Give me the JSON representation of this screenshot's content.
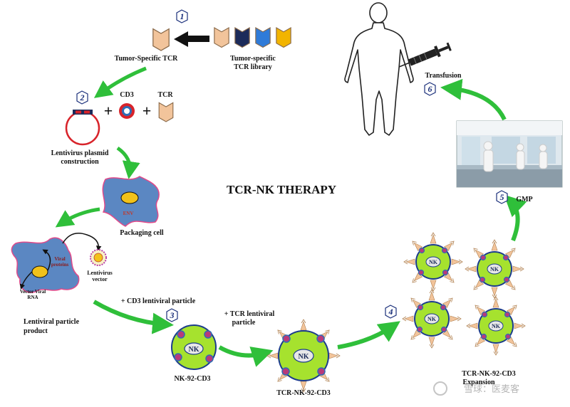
{
  "title": "TCR-NK THERAPY",
  "steps": {
    "s1": "1",
    "s2": "2",
    "s3": "3",
    "s4": "4",
    "s5": "5",
    "s6": "6"
  },
  "labels": {
    "tumor_specific_tcr": "Tumor-Specific TCR",
    "tcr_library_line1": "Tumor-specific",
    "tcr_library_line2": "TCR library",
    "cd3": "CD3",
    "tcr": "TCR",
    "plasmid_line1": "Lentivirus plasmid",
    "plasmid_line2": "construction",
    "env": "ENV",
    "packaging_cell": "Packaging cell",
    "viral_proteins_line1": "Viral",
    "viral_proteins_line2": "proteins",
    "lentivirus_vector_line1": "Lentivirus",
    "lentivirus_vector_line2": "vector",
    "vector_viral_line1": "Vector Viral",
    "vector_viral_line2": "RNA",
    "lentiviral_product_line1": "Lentiviral particle",
    "lentiviral_product_line2": "product",
    "cd3_lentiviral": "+ CD3 lentiviral particle",
    "tcr_lentiviral_line1": "+ TCR lentiviral",
    "tcr_lentiviral_line2": "particle",
    "nk": "NK",
    "nk92_cd3": "NK-92-CD3",
    "tcr_nk92_cd3": "TCR-NK-92-CD3",
    "tcr_nk92_cd3_expansion": "TCR-NK-92-CD3",
    "expansion": "Expansion",
    "gmp": "GMP",
    "transfusion": "Transfusion",
    "watermark": "雪球：医麦客"
  },
  "colors": {
    "arrow_green": "#2fbf3a",
    "cell_blue": "#5b87c2",
    "nk_green": "#a6e22e",
    "tcr_peach": "#f2c49b",
    "cd3_red": "#d8232a",
    "cd3_blue": "#2f6db5",
    "vector_yellow": "#f2c21a"
  }
}
